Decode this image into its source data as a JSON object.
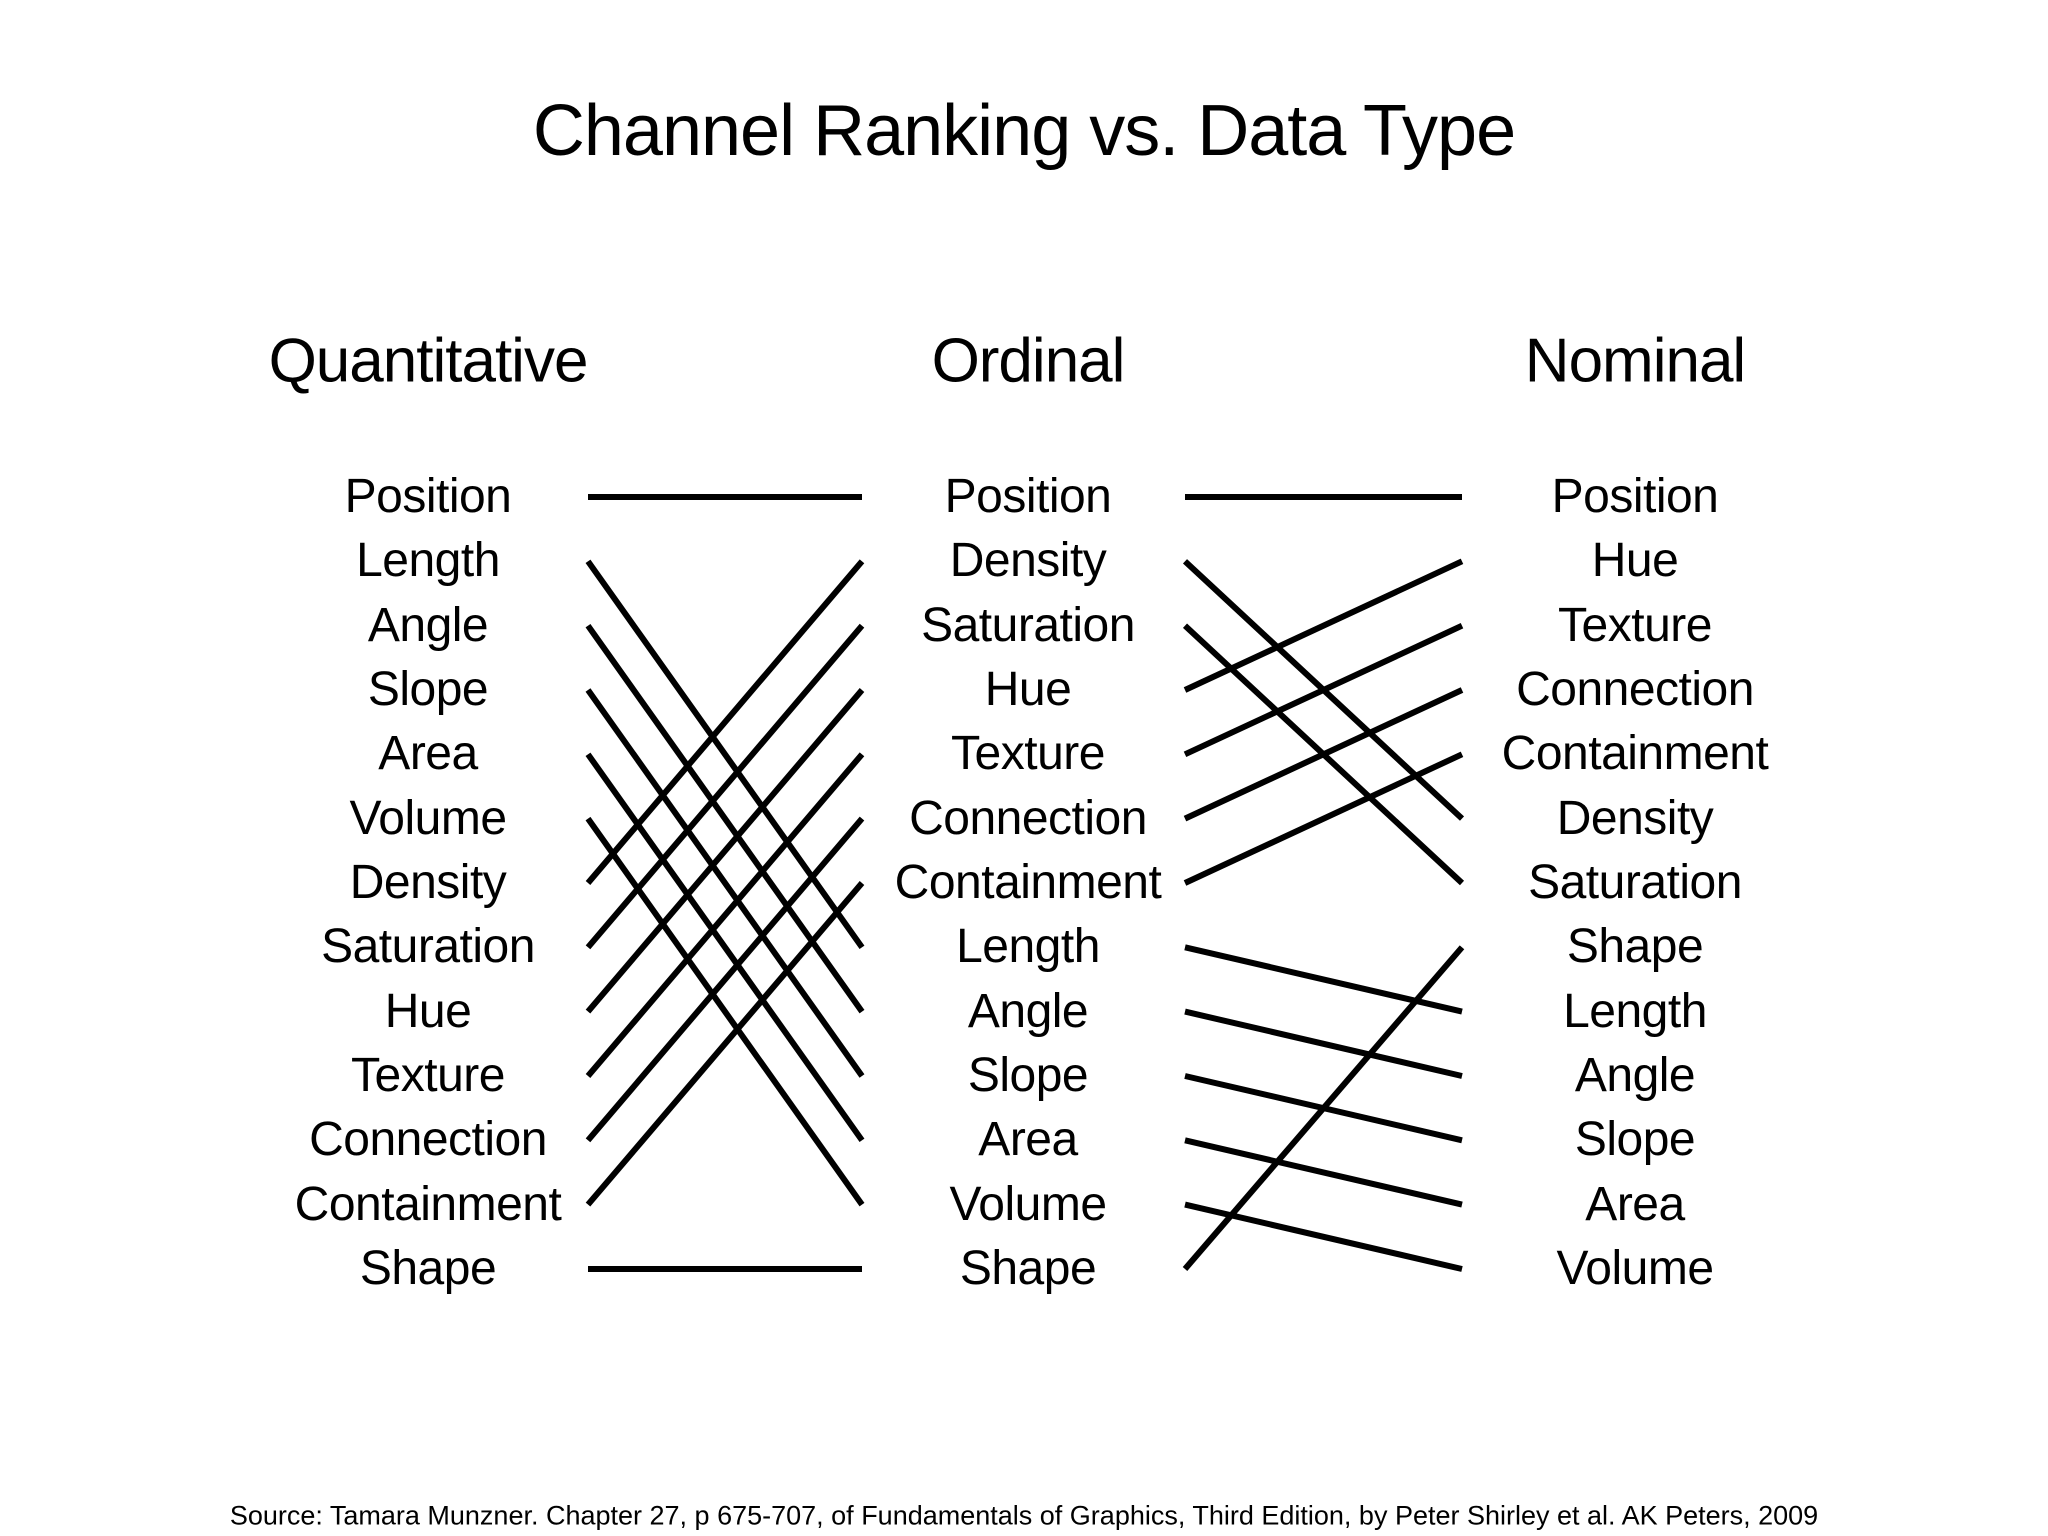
{
  "title": "Channel Ranking vs. Data Type",
  "columns": [
    {
      "header": "Quantitative",
      "items": [
        "Position",
        "Length",
        "Angle",
        "Slope",
        "Area",
        "Volume",
        "Density",
        "Saturation",
        "Hue",
        "Texture",
        "Connection",
        "Containment",
        "Shape"
      ]
    },
    {
      "header": "Ordinal",
      "items": [
        "Position",
        "Density",
        "Saturation",
        "Hue",
        "Texture",
        "Connection",
        "Containment",
        "Length",
        "Angle",
        "Slope",
        "Area",
        "Volume",
        "Shape"
      ]
    },
    {
      "header": "Nominal",
      "items": [
        "Position",
        "Hue",
        "Texture",
        "Connection",
        "Containment",
        "Density",
        "Saturation",
        "Shape",
        "Length",
        "Angle",
        "Slope",
        "Area",
        "Volume"
      ]
    }
  ],
  "connections": {
    "rule": "each channel is linked by a straight line to the same channel in the adjacent column"
  },
  "footer": {
    "source": "Source: Tamara Munzner. Chapter 27, p 675-707, of Fundamentals of Graphics, Third Edition, by Peter Shirley et al. AK Peters, 2009"
  },
  "colors": {
    "background": "#ffffff",
    "text": "#000000",
    "line": "#000000"
  }
}
